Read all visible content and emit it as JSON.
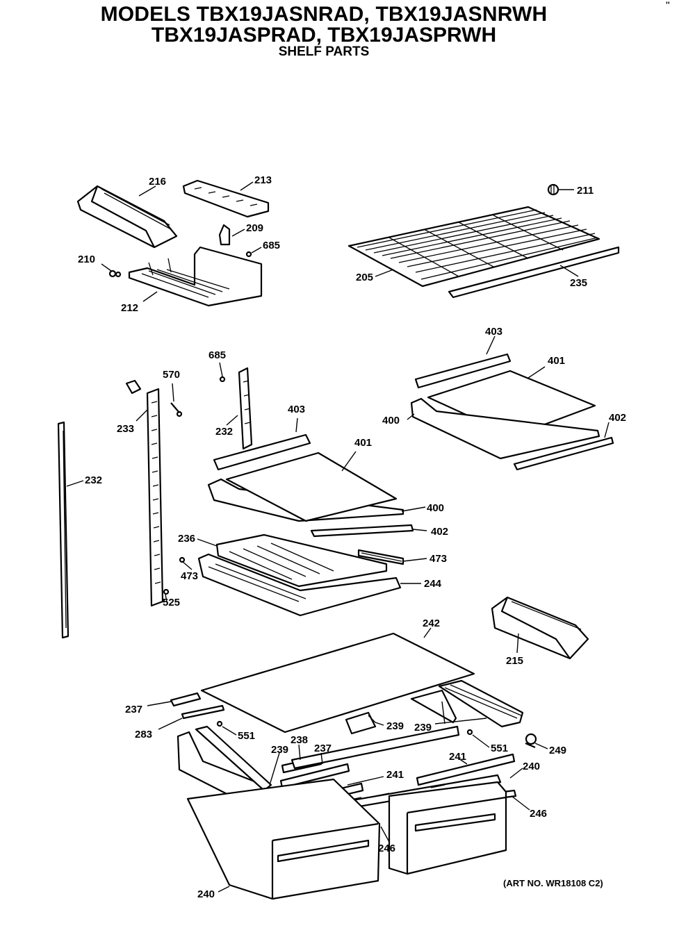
{
  "header": {
    "line1": "MODELS TBX19JASNRAD, TBX19JASNRWH",
    "line2": "TBX19JASPRAD, TBX19JASPRWH",
    "line3": "SHELF PARTS",
    "corner_mark": "''"
  },
  "footer": {
    "art_number": "(ART NO. WR18108 C2)"
  },
  "callouts": [
    "216",
    "213",
    "211",
    "209",
    "685",
    "210",
    "212",
    "205",
    "235",
    "685",
    "570",
    "232",
    "233",
    "232",
    "403",
    "401",
    "400",
    "402",
    "236",
    "473",
    "473",
    "525",
    "244",
    "403",
    "401",
    "400",
    "402",
    "242",
    "215",
    "237",
    "283",
    "551",
    "239",
    "239",
    "238",
    "237",
    "239",
    "551",
    "241",
    "241",
    "240",
    "249",
    "246",
    "246",
    "240"
  ]
}
